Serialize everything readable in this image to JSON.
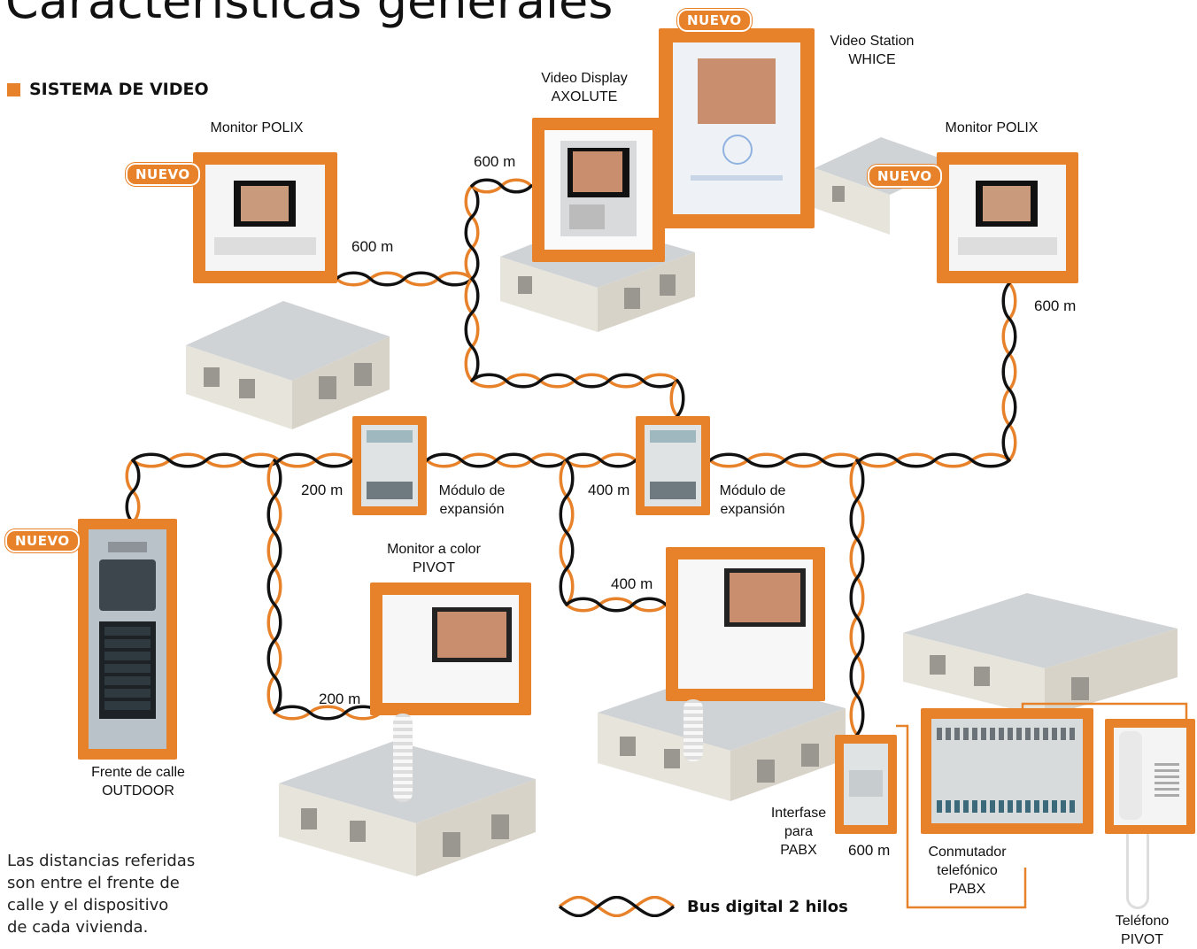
{
  "page_title": "Características generales",
  "section_title": "SISTEMA DE VIDEO",
  "badge_label": "NUEVO",
  "colors": {
    "accent": "#e8822a",
    "wire_dark": "#111111",
    "device_white": "#f4f4f4"
  },
  "devices": {
    "polix_left": {
      "label": "Monitor POLIX"
    },
    "axolute": {
      "label_line1": "Video Display",
      "label_line2": "AXOLUTE"
    },
    "whice": {
      "label_line1": "Video Station",
      "label_line2": "WHICE"
    },
    "polix_right": {
      "label": "Monitor POLIX"
    },
    "expansion_left": {
      "label_line1": "Módulo de",
      "label_line2": "expansión"
    },
    "expansion_right": {
      "label_line1": "Módulo de",
      "label_line2": "expansión"
    },
    "pivot_monitor": {
      "label_line1": "Monitor a color",
      "label_line2": "PIVOT"
    },
    "outdoor": {
      "label_line1": "Frente de calle",
      "label_line2": "OUTDOOR"
    },
    "pabx_interface": {
      "label_line1": "Interfase",
      "label_line2": "para",
      "label_line3": "PABX"
    },
    "pabx_switch": {
      "label_line1": "Conmutador",
      "label_line2": "telefónico",
      "label_line3": "PABX"
    },
    "pivot_phone": {
      "label_line1": "Teléfono",
      "label_line2": "PIVOT"
    }
  },
  "distances": {
    "axolute": "600 m",
    "polix_left": "600 m",
    "polix_right": "600 m",
    "exp_left_200": "200 m",
    "exp_right_400": "400 m",
    "pivot_400": "400 m",
    "pivot_200": "200 m",
    "pabx_600": "600 m"
  },
  "footnote": {
    "line1": "Las distancias referidas",
    "line2": "son entre el frente de",
    "line3": "calle y el dispositivo",
    "line4": "de cada vivienda."
  },
  "legend": {
    "label": "Bus digital 2 hilos"
  }
}
